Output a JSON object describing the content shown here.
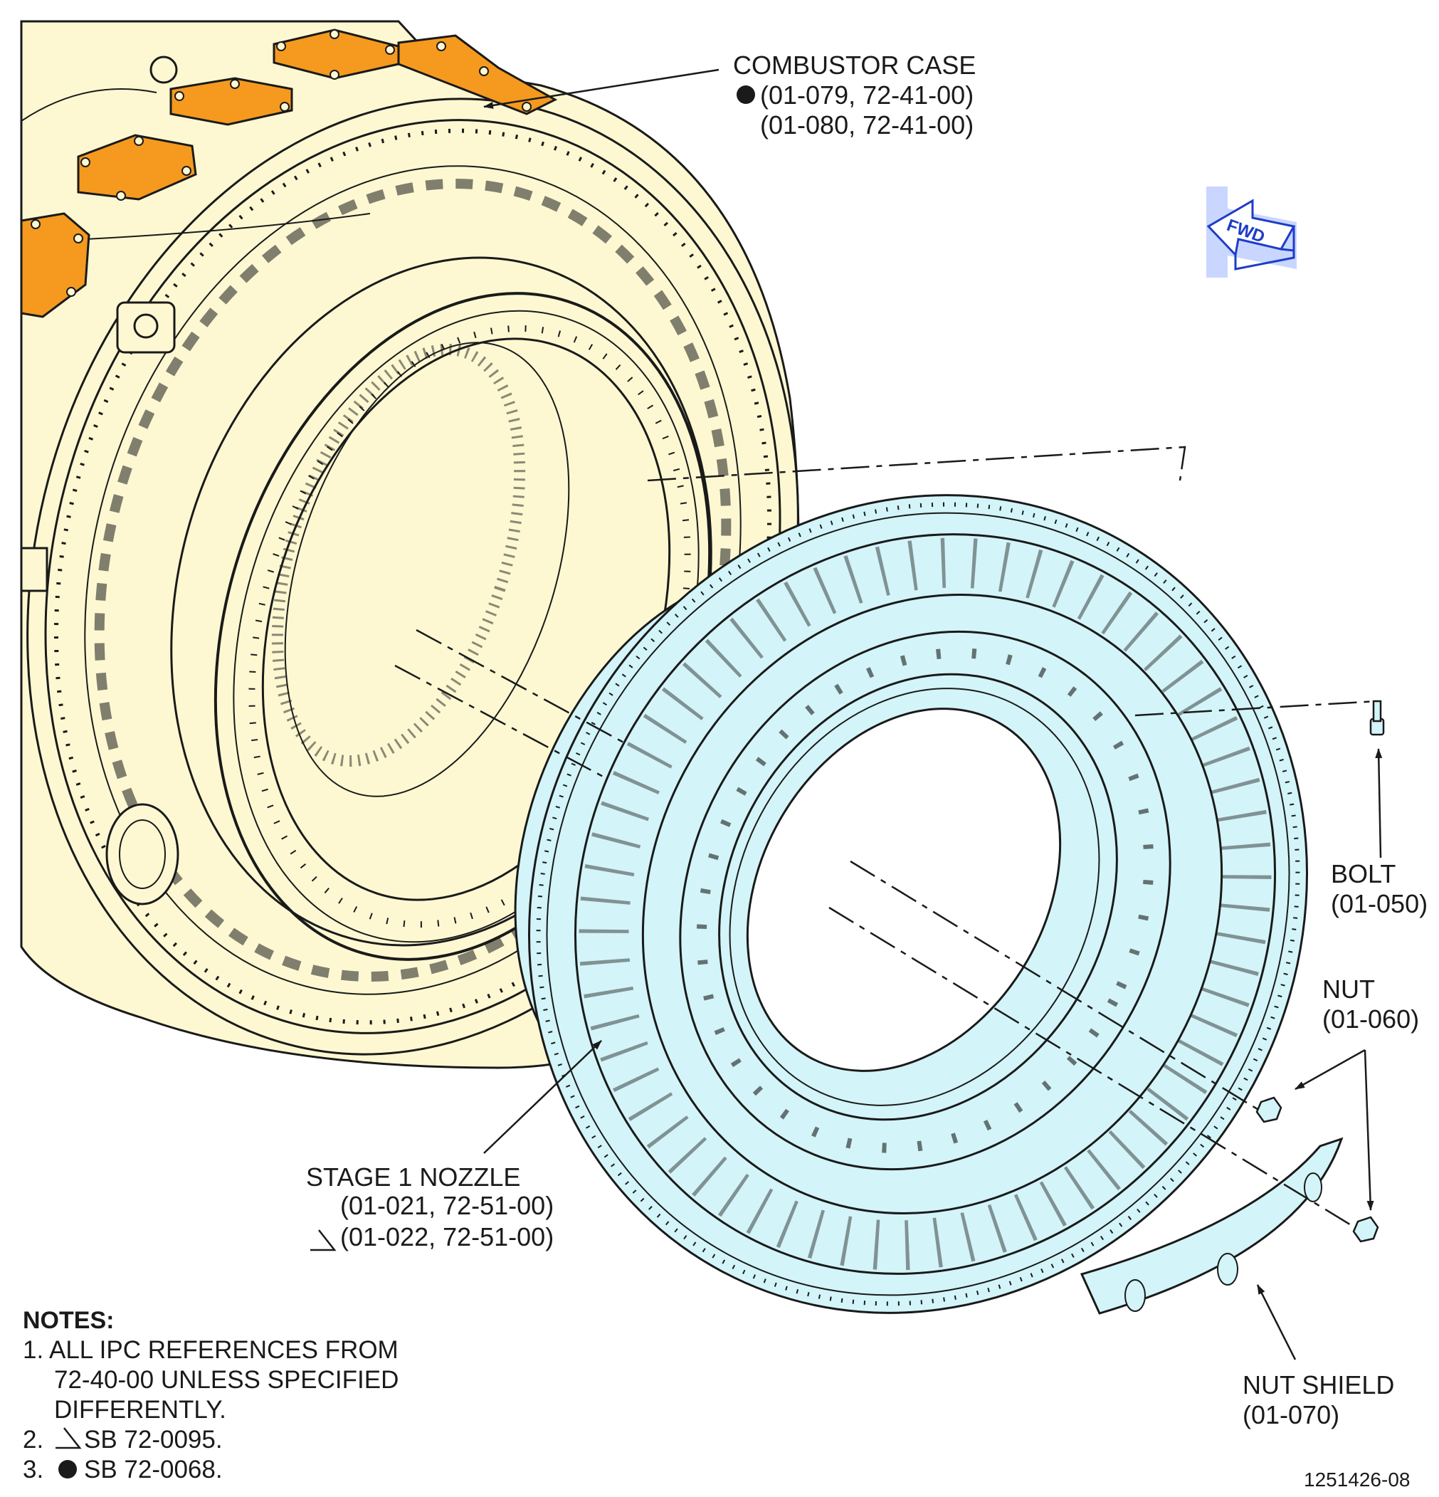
{
  "callouts": {
    "combustor_case": {
      "title": "COMBUSTOR CASE",
      "ref1": "(01-079, 72-41-00)",
      "ref2": "(01-080, 72-41-00)"
    },
    "bolt": {
      "title": "BOLT",
      "ref": "(01-050)"
    },
    "nut": {
      "title": "NUT",
      "ref": "(01-060)"
    },
    "nut_shield": {
      "title": "NUT SHIELD",
      "ref": "(01-070)"
    },
    "stage1_nozzle": {
      "title": "STAGE 1 NOZZLE",
      "ref1": "(01-021, 72-51-00)",
      "ref2": "(01-022, 72-51-00)"
    }
  },
  "fwd_arrow": {
    "label": "FWD"
  },
  "notes": {
    "title": "NOTES:",
    "line1": "1. ALL IPC REFERENCES FROM",
    "line2": "72-40-00 UNLESS SPECIFIED",
    "line3": "DIFFERENTLY.",
    "line4": "2.",
    "line4b": "SB 72-0095.",
    "line5": "3.",
    "line5b": "SB 72-0068."
  },
  "figure_id": "1251426-08",
  "colors": {
    "combustor_fill": "#fdf8d2",
    "cover_plate_fill": "#f59a1e",
    "nozzle_fill": "#d3f4f8",
    "line": "#1a1a1a",
    "fwd_blue": "#1e3cc8"
  }
}
